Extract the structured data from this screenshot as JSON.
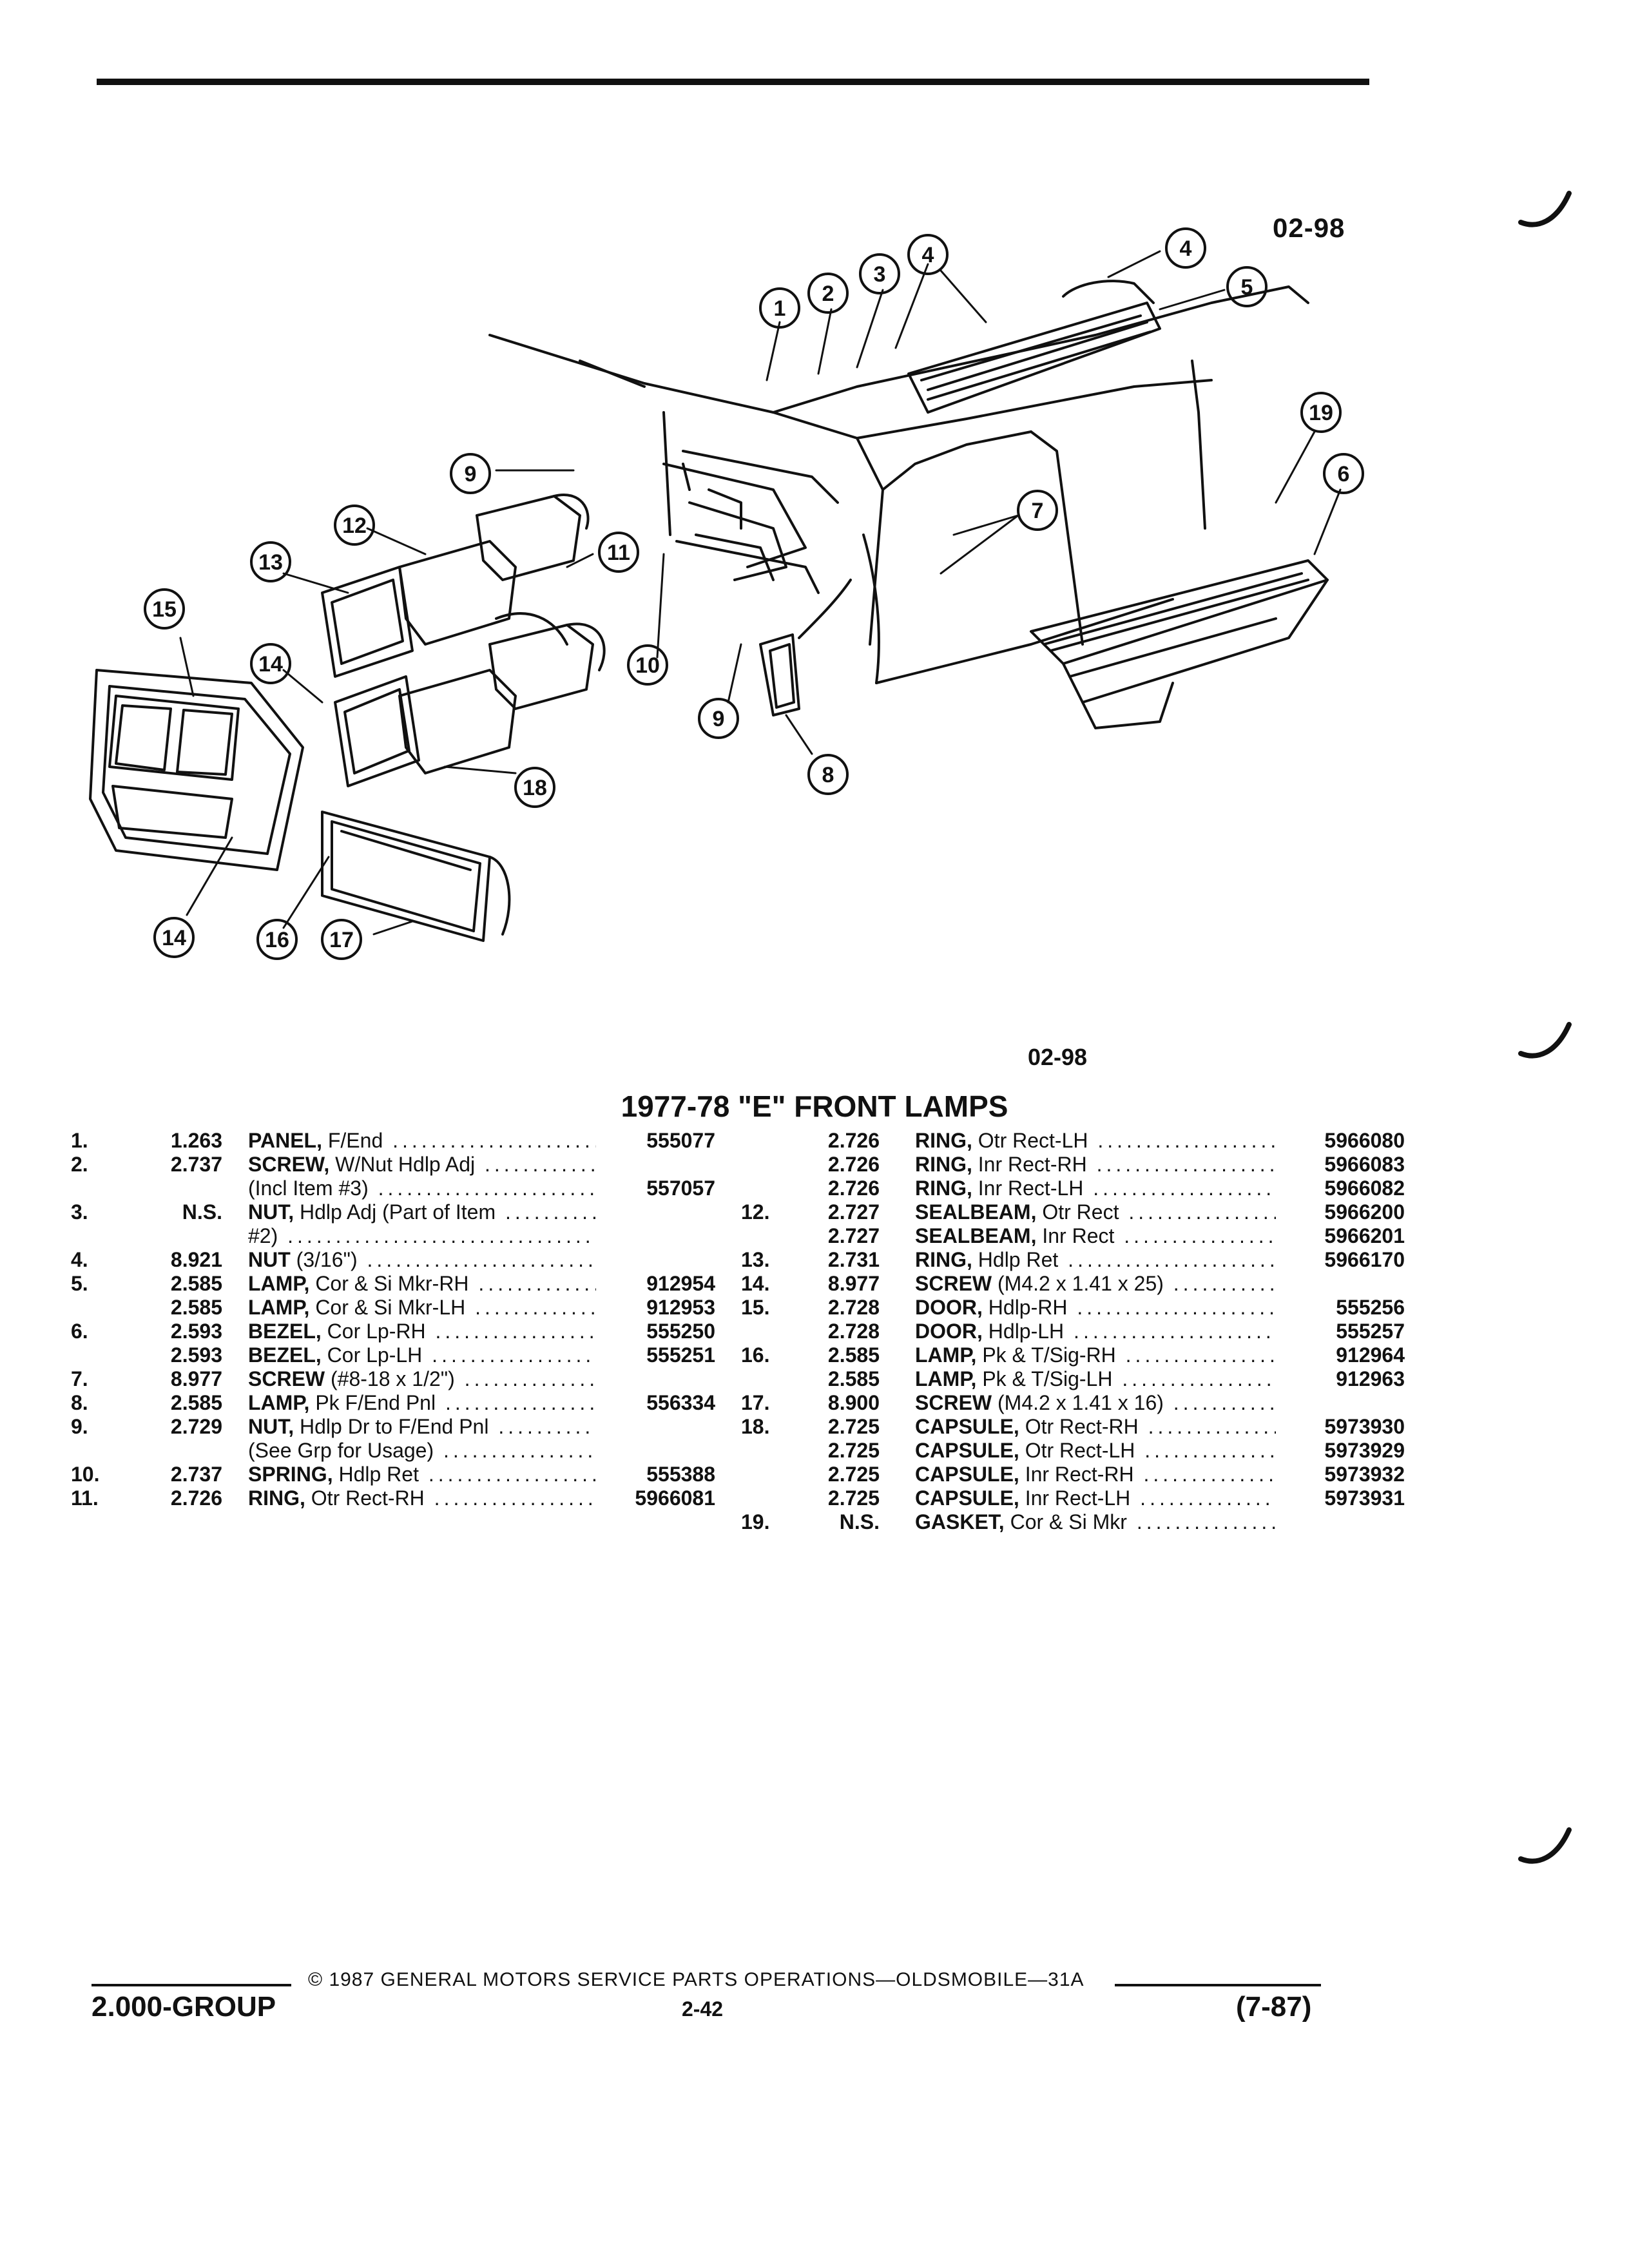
{
  "header": {
    "ref_code_top": "02-98",
    "ref_code_bottom": "02-98"
  },
  "diagram": {
    "callouts": [
      "1",
      "2",
      "3",
      "4",
      "4",
      "5",
      "19",
      "6",
      "7",
      "9",
      "12",
      "13",
      "11",
      "15",
      "14",
      "10",
      "9",
      "8",
      "18",
      "14",
      "16",
      "17"
    ]
  },
  "title": "1977-78 \"E\" FRONT LAMPS",
  "parts_left": [
    {
      "num": "1.",
      "ref": "1.263",
      "name": "PANEL,",
      "desc": "F/End",
      "part": "555077"
    },
    {
      "num": "2.",
      "ref": "2.737",
      "name": "SCREW,",
      "desc": "W/Nut Hdlp Adj",
      "part": ""
    },
    {
      "num": "",
      "ref": "",
      "name": "",
      "desc": "(Incl Item #3)",
      "part": "557057"
    },
    {
      "num": "3.",
      "ref": "N.S.",
      "name": "NUT,",
      "desc": "Hdlp Adj (Part of Item",
      "part": ""
    },
    {
      "num": "",
      "ref": "",
      "name": "",
      "desc": "#2)",
      "part": ""
    },
    {
      "num": "4.",
      "ref": "8.921",
      "name": "NUT",
      "desc": "(3/16\")",
      "part": ""
    },
    {
      "num": "5.",
      "ref": "2.585",
      "name": "LAMP,",
      "desc": "Cor & Si Mkr-RH",
      "part": "912954"
    },
    {
      "num": "",
      "ref": "2.585",
      "name": "LAMP,",
      "desc": "Cor & Si Mkr-LH",
      "part": "912953"
    },
    {
      "num": "6.",
      "ref": "2.593",
      "name": "BEZEL,",
      "desc": "Cor Lp-RH",
      "part": "555250"
    },
    {
      "num": "",
      "ref": "2.593",
      "name": "BEZEL,",
      "desc": "Cor Lp-LH",
      "part": "555251"
    },
    {
      "num": "7.",
      "ref": "8.977",
      "name": "SCREW",
      "desc": "(#8-18 x 1/2\")",
      "part": ""
    },
    {
      "num": "8.",
      "ref": "2.585",
      "name": "LAMP,",
      "desc": "Pk F/End Pnl",
      "part": "556334"
    },
    {
      "num": "9.",
      "ref": "2.729",
      "name": "NUT,",
      "desc": "Hdlp Dr to F/End Pnl",
      "part": ""
    },
    {
      "num": "",
      "ref": "",
      "name": "",
      "desc": "(See Grp for Usage)",
      "part": ""
    },
    {
      "num": "10.",
      "ref": "2.737",
      "name": "SPRING,",
      "desc": "Hdlp Ret",
      "part": "555388"
    },
    {
      "num": "11.",
      "ref": "2.726",
      "name": "RING,",
      "desc": "Otr Rect-RH",
      "part": "5966081"
    }
  ],
  "parts_right": [
    {
      "num": "",
      "ref": "2.726",
      "name": "RING,",
      "desc": "Otr Rect-LH",
      "part": "5966080"
    },
    {
      "num": "",
      "ref": "2.726",
      "name": "RING,",
      "desc": "Inr Rect-RH",
      "part": "5966083"
    },
    {
      "num": "",
      "ref": "2.726",
      "name": "RING,",
      "desc": "Inr Rect-LH",
      "part": "5966082"
    },
    {
      "num": "12.",
      "ref": "2.727",
      "name": "SEALBEAM,",
      "desc": "Otr Rect",
      "part": "5966200"
    },
    {
      "num": "",
      "ref": "2.727",
      "name": "SEALBEAM,",
      "desc": "Inr Rect",
      "part": "5966201"
    },
    {
      "num": "13.",
      "ref": "2.731",
      "name": "RING,",
      "desc": "Hdlp Ret",
      "part": "5966170"
    },
    {
      "num": "14.",
      "ref": "8.977",
      "name": "SCREW",
      "desc": "(M4.2 x 1.41 x 25)",
      "part": ""
    },
    {
      "num": "15.",
      "ref": "2.728",
      "name": "DOOR,",
      "desc": "Hdlp-RH",
      "part": "555256"
    },
    {
      "num": "",
      "ref": "2.728",
      "name": "DOOR,",
      "desc": "Hdlp-LH",
      "part": "555257"
    },
    {
      "num": "16.",
      "ref": "2.585",
      "name": "LAMP,",
      "desc": "Pk & T/Sig-RH",
      "part": "912964"
    },
    {
      "num": "",
      "ref": "2.585",
      "name": "LAMP,",
      "desc": "Pk & T/Sig-LH",
      "part": "912963"
    },
    {
      "num": "17.",
      "ref": "8.900",
      "name": "SCREW",
      "desc": "(M4.2 x 1.41 x 16)",
      "part": ""
    },
    {
      "num": "18.",
      "ref": "2.725",
      "name": "CAPSULE,",
      "desc": "Otr Rect-RH",
      "part": "5973930"
    },
    {
      "num": "",
      "ref": "2.725",
      "name": "CAPSULE,",
      "desc": "Otr Rect-LH",
      "part": "5973929"
    },
    {
      "num": "",
      "ref": "2.725",
      "name": "CAPSULE,",
      "desc": "Inr Rect-RH",
      "part": "5973932"
    },
    {
      "num": "",
      "ref": "2.725",
      "name": "CAPSULE,",
      "desc": "Inr Rect-LH",
      "part": "5973931"
    },
    {
      "num": "19.",
      "ref": "N.S.",
      "name": "GASKET,",
      "desc": "Cor & Si Mkr",
      "part": ""
    }
  ],
  "footer": {
    "copyright": "© 1987 GENERAL MOTORS SERVICE PARTS OPERATIONS—OLDSMOBILE—31A",
    "group": "2.000-GROUP",
    "page": "2-42",
    "date": "(7-87)"
  }
}
